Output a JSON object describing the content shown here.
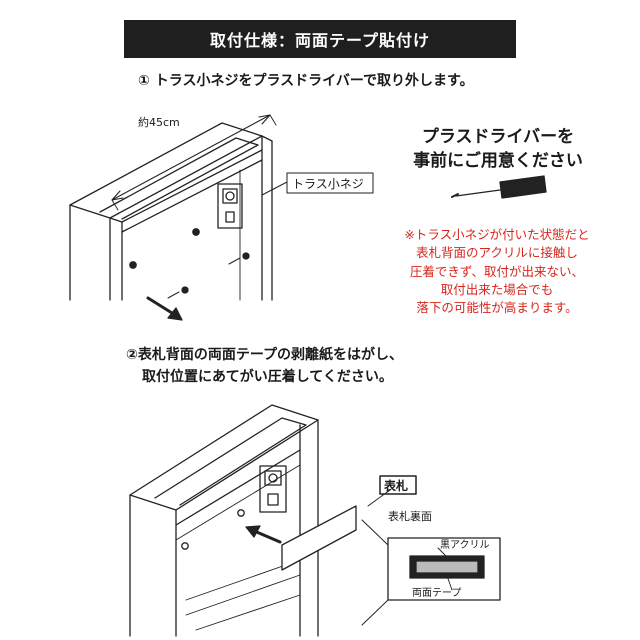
{
  "header": {
    "title": "取付仕様：両面テープ貼付け"
  },
  "step1": {
    "text": "① トラス小ネジをプラスドライバーで取り外します。"
  },
  "step2": {
    "line1": "②表札背面の両面テープの剥離紙をはがし、",
    "line2": "取付位置にあてがい圧着してください。"
  },
  "callout": {
    "line1": "プラスドライバーを",
    "line2": "事前にご用意ください"
  },
  "warning": {
    "color": "#d7261e",
    "lines": [
      "※トラス小ネジが付いた状態だと",
      "表札背面のアクリルに接触し",
      "圧着できず、取付が出来ない、",
      "取付出来た場合でも",
      "落下の可能性が高まります。"
    ]
  },
  "diagram1": {
    "width_label": "約45cm",
    "screw_label": "トラス小ネジ"
  },
  "diagram2": {
    "plate_label": "表札",
    "back_label": "表札裏面",
    "acrylic_label": "黒アクリル",
    "tape_label": "両面テープ"
  },
  "icons": {
    "driver": "screwdriver-icon",
    "intercom": "intercom-icon"
  }
}
